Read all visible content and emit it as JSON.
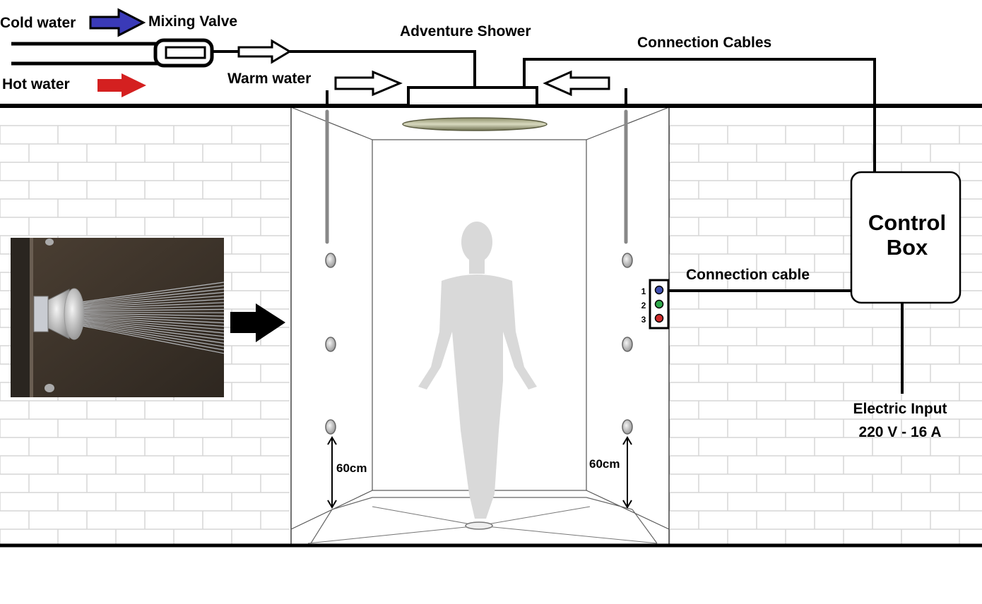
{
  "labels": {
    "cold_water": "Cold water",
    "hot_water": "Hot water",
    "mixing_valve": "Mixing Valve",
    "warm_water": "Warm water",
    "adventure_shower": "Adventure Shower",
    "connection_cables": "Connection Cables",
    "connection_cable": "Connection cable",
    "control_box_line1": "Control",
    "control_box_line2": "Box",
    "electric_input_line1": "Electric Input",
    "electric_input_line2": "220 V - 16 A",
    "height_left": "60cm",
    "height_right": "60cm"
  },
  "panel_ports": [
    "1",
    "2",
    "3"
  ],
  "colors": {
    "cold_arrow": "#3a3ab8",
    "hot_arrow": "#d42020",
    "port_1": "#3f4fb0",
    "port_2": "#2ea84a",
    "port_3": "#d02a2a",
    "wall_line": "#d6d6d6",
    "figure": "#d9d9d9"
  },
  "icons": {
    "jet_photo": "water-jet-photo-icon",
    "pointer": "black-arrow-icon",
    "rain_head": "rain-shower-head-icon",
    "person": "person-silhouette-icon"
  }
}
